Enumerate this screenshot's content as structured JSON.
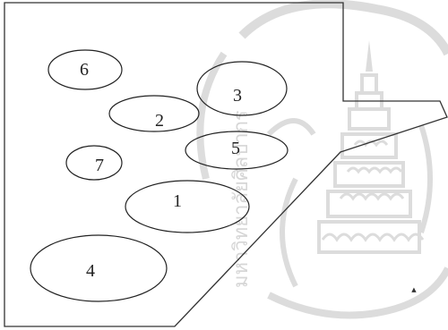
{
  "zones": [
    {
      "label": "6"
    },
    {
      "label": "2"
    },
    {
      "label": "3"
    },
    {
      "label": "5"
    },
    {
      "label": "7"
    },
    {
      "label": "1"
    },
    {
      "label": "4"
    }
  ],
  "watermark": {
    "caption": "มหาวิทยาลัยศิลปากร"
  },
  "marker": {
    "symbol": "▲"
  }
}
